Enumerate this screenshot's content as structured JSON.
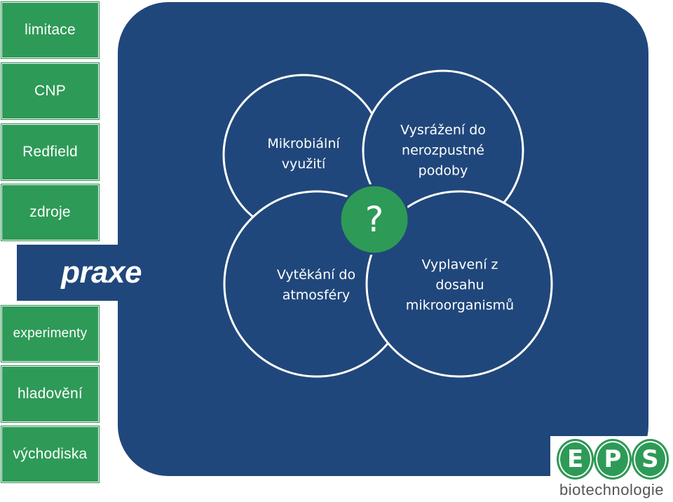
{
  "nav": {
    "items": [
      {
        "label": "limitace"
      },
      {
        "label": "CNP"
      },
      {
        "label": "Redfield"
      },
      {
        "label": "zdroje"
      },
      {
        "label": "experimenty"
      },
      {
        "label": "hladovění"
      },
      {
        "label": "východiska"
      }
    ],
    "active": "praxe"
  },
  "diagram": {
    "center": "?",
    "circles": [
      {
        "label": "Mikrobiální\nvyužití"
      },
      {
        "label": "Vysrážení do\nnerozpustné\npodoby"
      },
      {
        "label": "Vytěkání do\natmosféry"
      },
      {
        "label": "Vyplavení z\ndosahu\nmikroorganismů"
      }
    ]
  },
  "logo": {
    "letters": [
      "E",
      "P",
      "S"
    ],
    "text": "biotechnologie"
  },
  "colors": {
    "panel": "#20477b",
    "nav": "#2e9a57",
    "center": "#2e9a57"
  }
}
